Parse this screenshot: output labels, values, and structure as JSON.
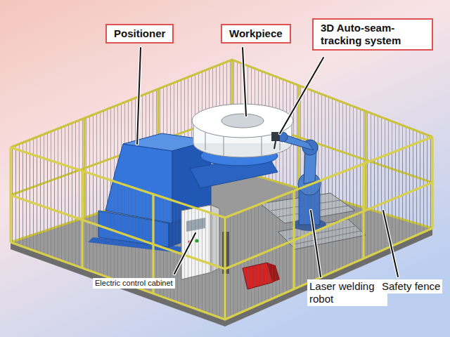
{
  "diagram": {
    "nodes": [
      {
        "text": [
          "Positioner"
        ]
      },
      {
        "text": [
          "Workpiece"
        ]
      },
      {
        "text": [
          "3D Auto-seam-tracking system"
        ]
      }
    ],
    "labels": [
      "Electric control cabinet",
      "Laser welding robot",
      "Safety fence"
    ]
  }
}
